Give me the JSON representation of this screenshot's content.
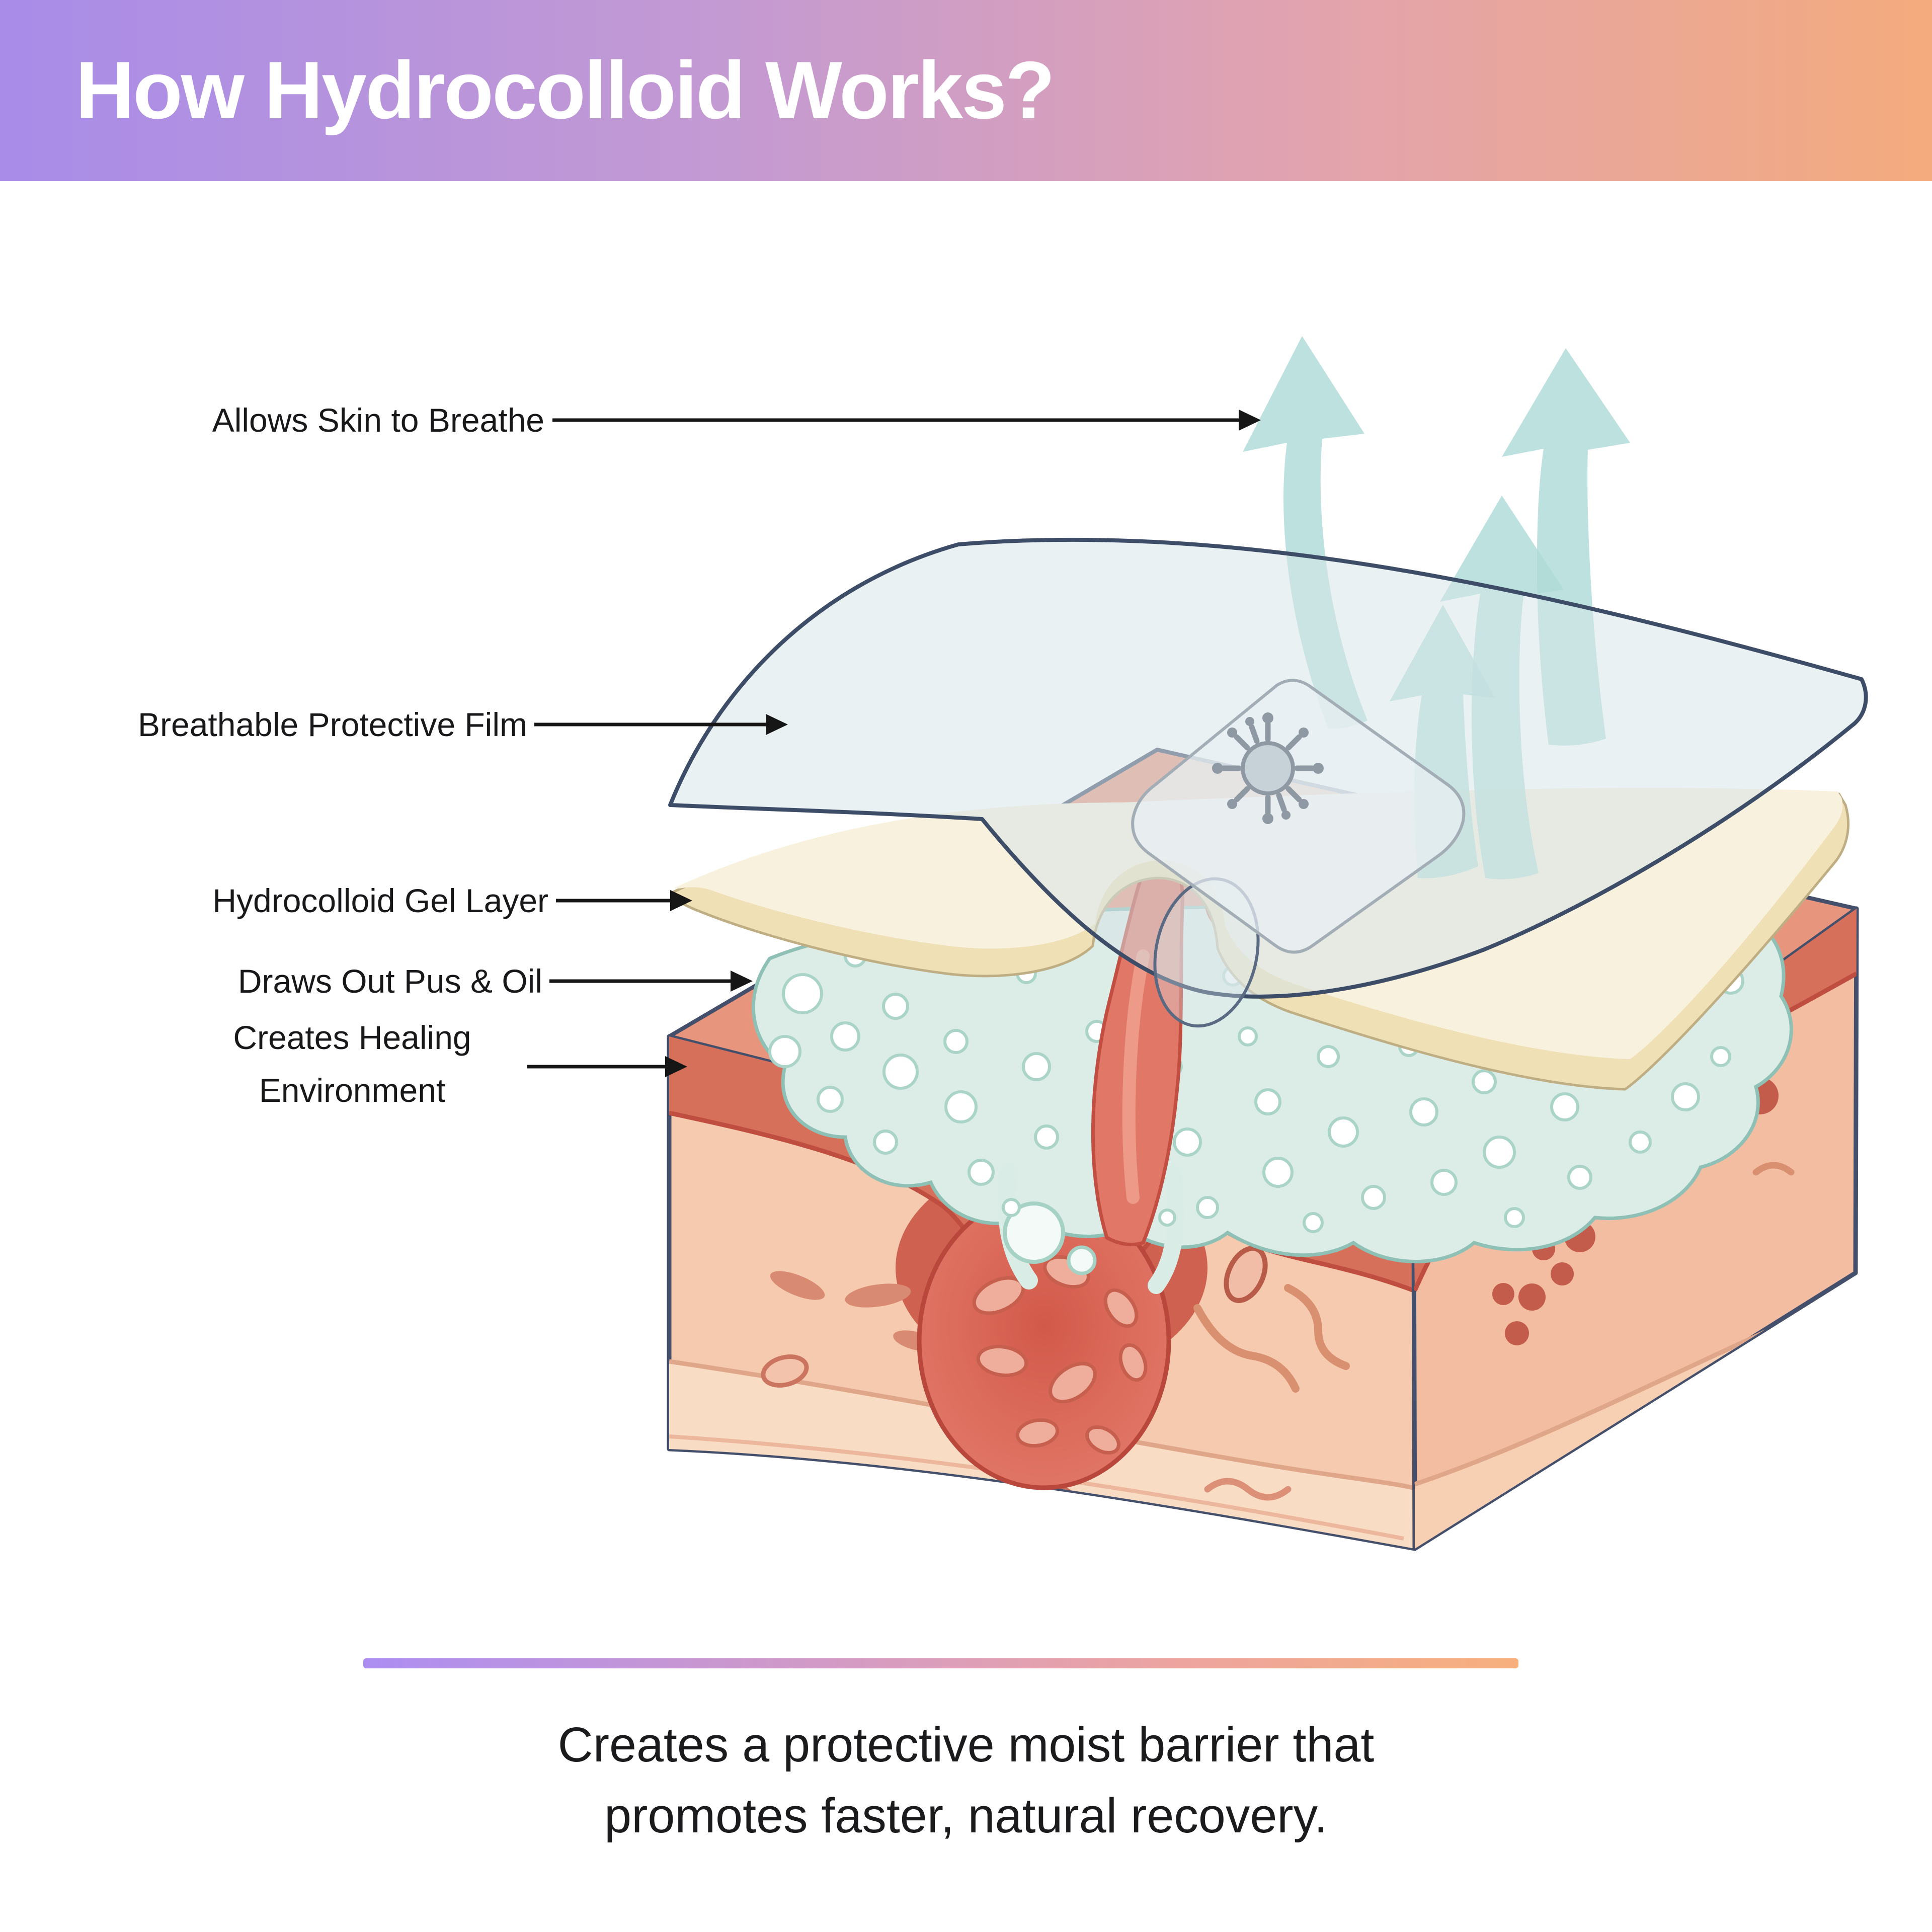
{
  "header": {
    "title": "How Hydrocolloid Works?"
  },
  "callouts": {
    "breathe": {
      "label": "Allows Skin to Breathe"
    },
    "film": {
      "label": "Breathable Protective Film"
    },
    "gel": {
      "label": "Hydrocolloid Gel Layer"
    },
    "pus": {
      "label": "Draws Out Pus & Oil"
    },
    "healing": {
      "label_line1": "Creates Healing",
      "label_line2": "Environment"
    }
  },
  "caption": {
    "line1": "Creates a protective moist barrier that",
    "line2": "promotes faster, natural recovery."
  },
  "icons": {
    "film_marker": "virus-icon",
    "vapor": "curved-up-arrow-icons",
    "callout_pointer": "right-arrowhead-icon"
  },
  "colors": {
    "header_gradient_start": "#a88ce8",
    "header_gradient_end": "#f4ab7d",
    "divider_gradient_start": "#ac8ef2",
    "divider_gradient_end": "#f7b07c",
    "film_fill": "#d6e5e8",
    "film_stroke": "#3d4d68",
    "vapor_teal": "#afdbd7",
    "gel_fill": "#dcede7",
    "gel_stroke": "#8fc0b6",
    "cream_top": "#f8f1dd",
    "cream_edge": "#efe0b6",
    "skin_top": "#e8957d",
    "skin_front": "#f6caae",
    "skin_front_light": "#f9dcc4",
    "skin_right": "#f3bda2",
    "dermis": "#d7705a",
    "pimple": "#e07767",
    "pimple_outline": "#c24e41",
    "label_text": "#18181b",
    "caption_text": "#1b1b1e"
  }
}
